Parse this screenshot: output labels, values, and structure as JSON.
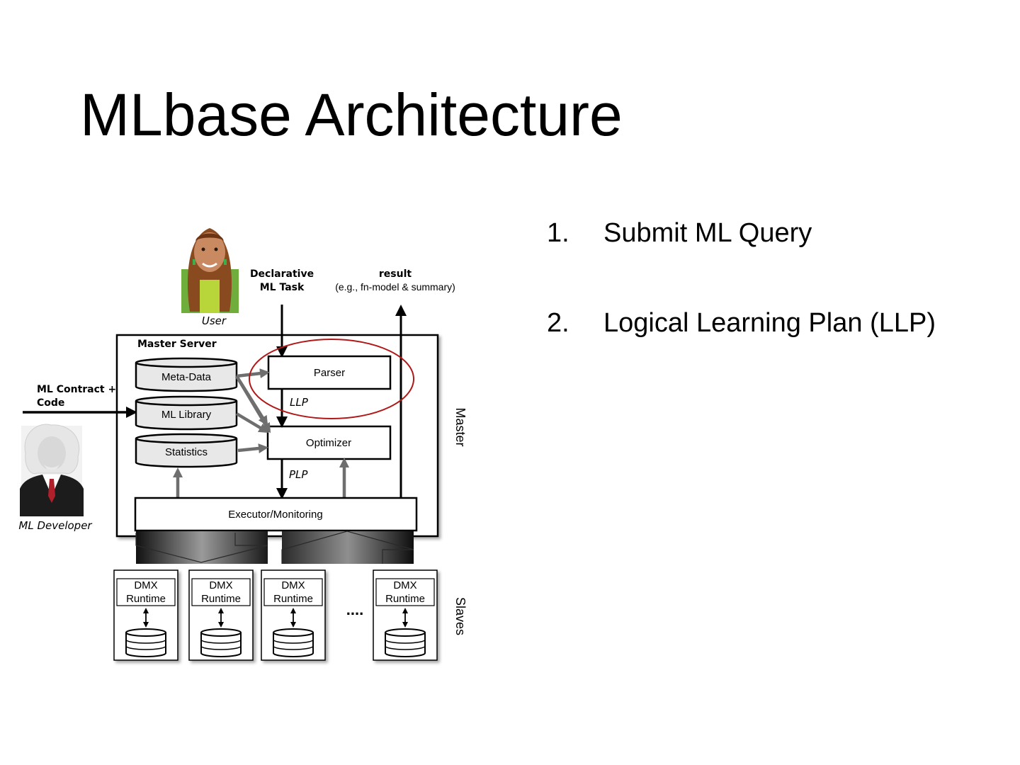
{
  "slide": {
    "title": "MLbase Architecture",
    "bullets": [
      {
        "num": "1.",
        "text": "Submit ML Query"
      },
      {
        "num": "2.",
        "text": "Logical Learning Plan (LLP)"
      }
    ]
  },
  "diagram": {
    "user_label": "User",
    "developer_label": "ML Developer",
    "declarative_line1": "Declarative",
    "declarative_line2": "ML Task",
    "result_line1": "result",
    "result_line2": "(e.g., fn-model & summary)",
    "master_server_label": "Master Server",
    "contract_line1": "ML Contract +",
    "contract_line2": "Code",
    "metadata": "Meta-Data",
    "mllibrary": "ML Library",
    "statistics": "Statistics",
    "parser": "Parser",
    "optimizer": "Optimizer",
    "llp": "LLP",
    "plp": "PLP",
    "executor": "Executor/Monitoring",
    "master_side": "Master",
    "slaves_side": "Slaves",
    "dmx_line1": "DMX",
    "dmx_line2": "Runtime",
    "ellipsis": "....",
    "highlight_color": "#b01818"
  }
}
